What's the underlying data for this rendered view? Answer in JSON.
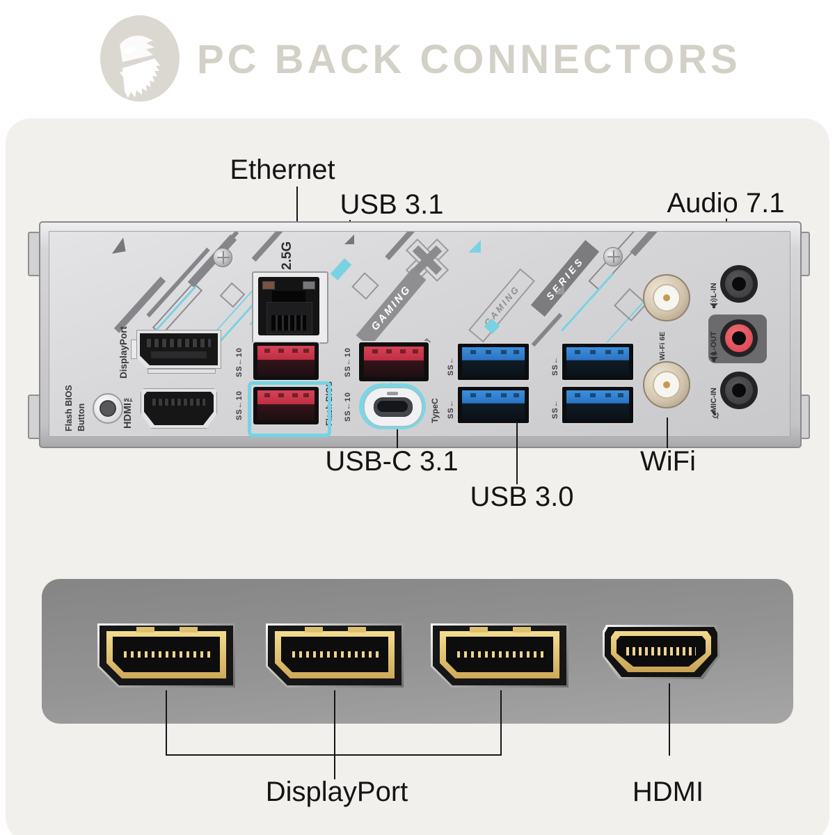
{
  "header": {
    "title": "PC BACK CONNECTORS"
  },
  "colors": {
    "page_bg": "#ffffff",
    "panel_bg": "#f2f0ed",
    "title_gray": "#d3d0c7",
    "accent_cyan": "#74d4e4",
    "usb31_red": "#c63047",
    "usb30_blue": "#2b7fd4",
    "connector_gold": "#e6cc7e",
    "callout_text": "#141414"
  },
  "callouts": {
    "ethernet": "Ethernet",
    "usb31": "USB 3.1",
    "audio71": "Audio 7.1",
    "usbc31": "USB-C 3.1",
    "usb30": "USB 3.0",
    "wifi": "WiFi",
    "displayport": "DisplayPort",
    "hdmi": "HDMI"
  },
  "shield": {
    "ethernet_speed": "2.5G",
    "displayport_label": "DisplayPort",
    "hdmi_label": "HDMI™",
    "flash_bios_button": {
      "line1": "Flash BIOS",
      "line2": "Button"
    },
    "flash_bios_port": "Flash BIOS",
    "typec_label": "TypeC",
    "wifi_label": "Wi-Fi 6E",
    "audio_jacks": {
      "line_in": "L-IN",
      "line_out": "L-OUT",
      "mic_in": "MIC-IN"
    },
    "decor_text": {
      "gaming_filled": "GAMING",
      "gaming_outline": "GAMING",
      "series": "SERIES"
    },
    "usb_badge_10g": "SS←10",
    "usb_badge_5g": "SS←"
  }
}
